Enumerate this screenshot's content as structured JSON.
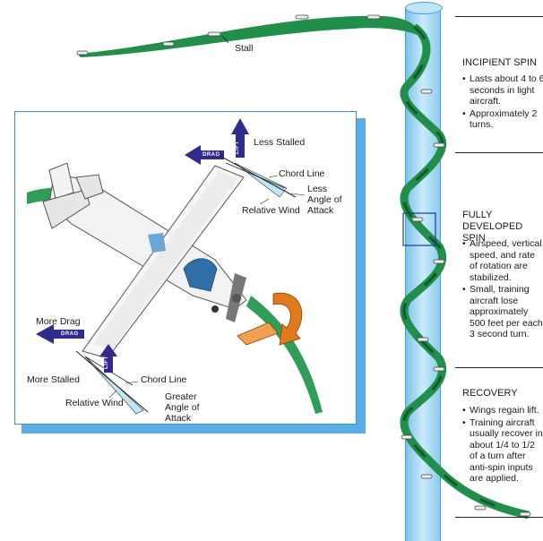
{
  "stall_label": "Stall",
  "phases": [
    {
      "title": "INCIPIENT SPIN",
      "bullets": [
        "Lasts about 4 to 6 seconds in light aircraft.",
        "Approximately 2 turns."
      ]
    },
    {
      "title": "FULLY\nDEVELOPED SPIN",
      "bullets": [
        "Airspeed, vertical speed, and rate of rotation are stabilized.",
        "Small, training aircraft lose approximately 500 feet per each 3 second turn."
      ]
    },
    {
      "title": "RECOVERY",
      "bullets": [
        "Wings regain lift.",
        "Training aircraft usually recover in about 1/4 to 1/2 of a turn after anti-spin inputs are applied."
      ]
    }
  ],
  "inset": {
    "top_wing": {
      "status": "Less Stalled",
      "chord": "Chord Line",
      "aoa": "Less\nAngle of\nAttack",
      "wind": "Relative Wind",
      "lift_tag": "LIFT",
      "drag_tag": "DRAG"
    },
    "bottom_wing": {
      "drag_note": "More Drag",
      "status": "More Stalled",
      "chord": "Chord Line",
      "wind": "Relative Wind",
      "aoa": "Greater\nAngle of\nAttack",
      "lift_tag": "LIFT",
      "drag_tag": "DRAG"
    }
  },
  "colors": {
    "column": "#a9daf5",
    "ribbon": "#1f8f4a",
    "ribbon_dark": "#0e5a2a",
    "frame": "#5aaee8",
    "arrow": "#2f2b8f",
    "rotation": "#e07a1a"
  }
}
